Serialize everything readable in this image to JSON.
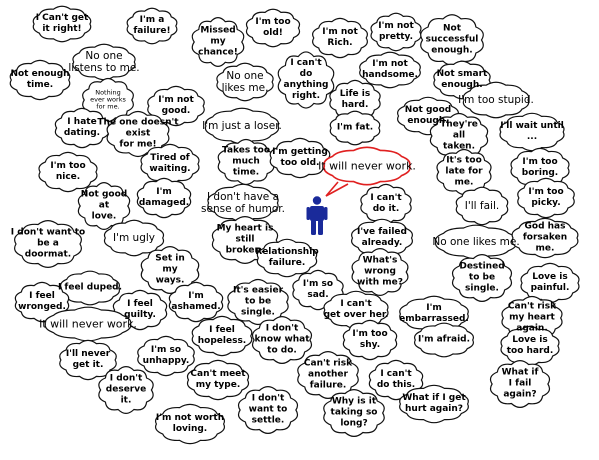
{
  "colors": {
    "cloud_stroke": "#111111",
    "highlight_stroke": "#e02020",
    "person": "#1a2a9a",
    "background": "#ffffff"
  },
  "figure": {
    "icon": "person-icon"
  },
  "thoughts": [
    "I Can't get\nit right!",
    "I'm a\nfailure!",
    "Missed\nmy\nchance!",
    "I'm too\nold!",
    "I'm not\nRich.",
    "I'm not\npretty.",
    "Not\nsuccessful\nenough.",
    "No one\nlistens to me.",
    "Not enough\ntime.",
    "Nothing\never works\nfor me.",
    "No one\nlikes me.",
    "I can't\ndo\nanything\nright.",
    "I'm not\nhandsome.",
    "Not smart\nenough.",
    "I'm too stupid.",
    "I'm not\ngood.",
    "Life is\nhard.",
    "Not good\nenough.",
    "I hate\ndating.",
    "The one doesn't\nexist\nfor me!",
    "I'm just a loser.",
    "I'm fat.",
    "They're\nall\ntaken.",
    "I'll wait until\n...",
    "Tired of\nwaiting.",
    "Takes too\nmuch\ntime.",
    "I'm getting\ntoo old.",
    "It will never work.",
    "It's too\nlate for\nme.",
    "I'm too\nboring.",
    "I'm too\nnice.",
    "I'm\ndamaged.",
    "I don't have a\nsense of humor.",
    "I can't\ndo it.",
    "I'll fail.",
    "I'm too\npicky.",
    "Not good\nat\nlove.",
    "My heart is\nstill\nbroken.",
    "I've failed\nalready.",
    "No one likes me.",
    "God has\nforsaken me.",
    "I don't want to\nbe a\ndoormat.",
    "I'm ugly",
    "Set in\nmy\nways.",
    "Relationship\nfailure.",
    "What's\nwrong\nwith me?",
    "Destined\nto be\nsingle.",
    "Love is\npainful.",
    "I feel duped.",
    "I'm so\nsad.",
    "It's easier\nto be\nsingle.",
    "I feel\nwronged.",
    "I feel\nguilty.",
    "I'm\nashamed.",
    "I can't\nget over her.",
    "I'm\nembarrassed.",
    "Can't risk\nmy heart\nagain.",
    "It will never work.",
    "I feel\nhopeless.",
    "I don't\nknow what\nto do.",
    "I'm too\nshy.",
    "I'm afraid.",
    "Love is\ntoo hard.",
    "I'll never\nget it.",
    "I'm so\nunhappy.",
    "Can't meet\nmy type.",
    "Can't risk\nanother\nfailure.",
    "I can't\ndo this.",
    "What if\nI fail\nagain?",
    "I don't\ndeserve\nit.",
    "I don't\nwant to\nsettle.",
    "Why is it\ntaking so\nlong?",
    "What if I get\nhurt again?",
    "I'm not worth\nloving."
  ]
}
